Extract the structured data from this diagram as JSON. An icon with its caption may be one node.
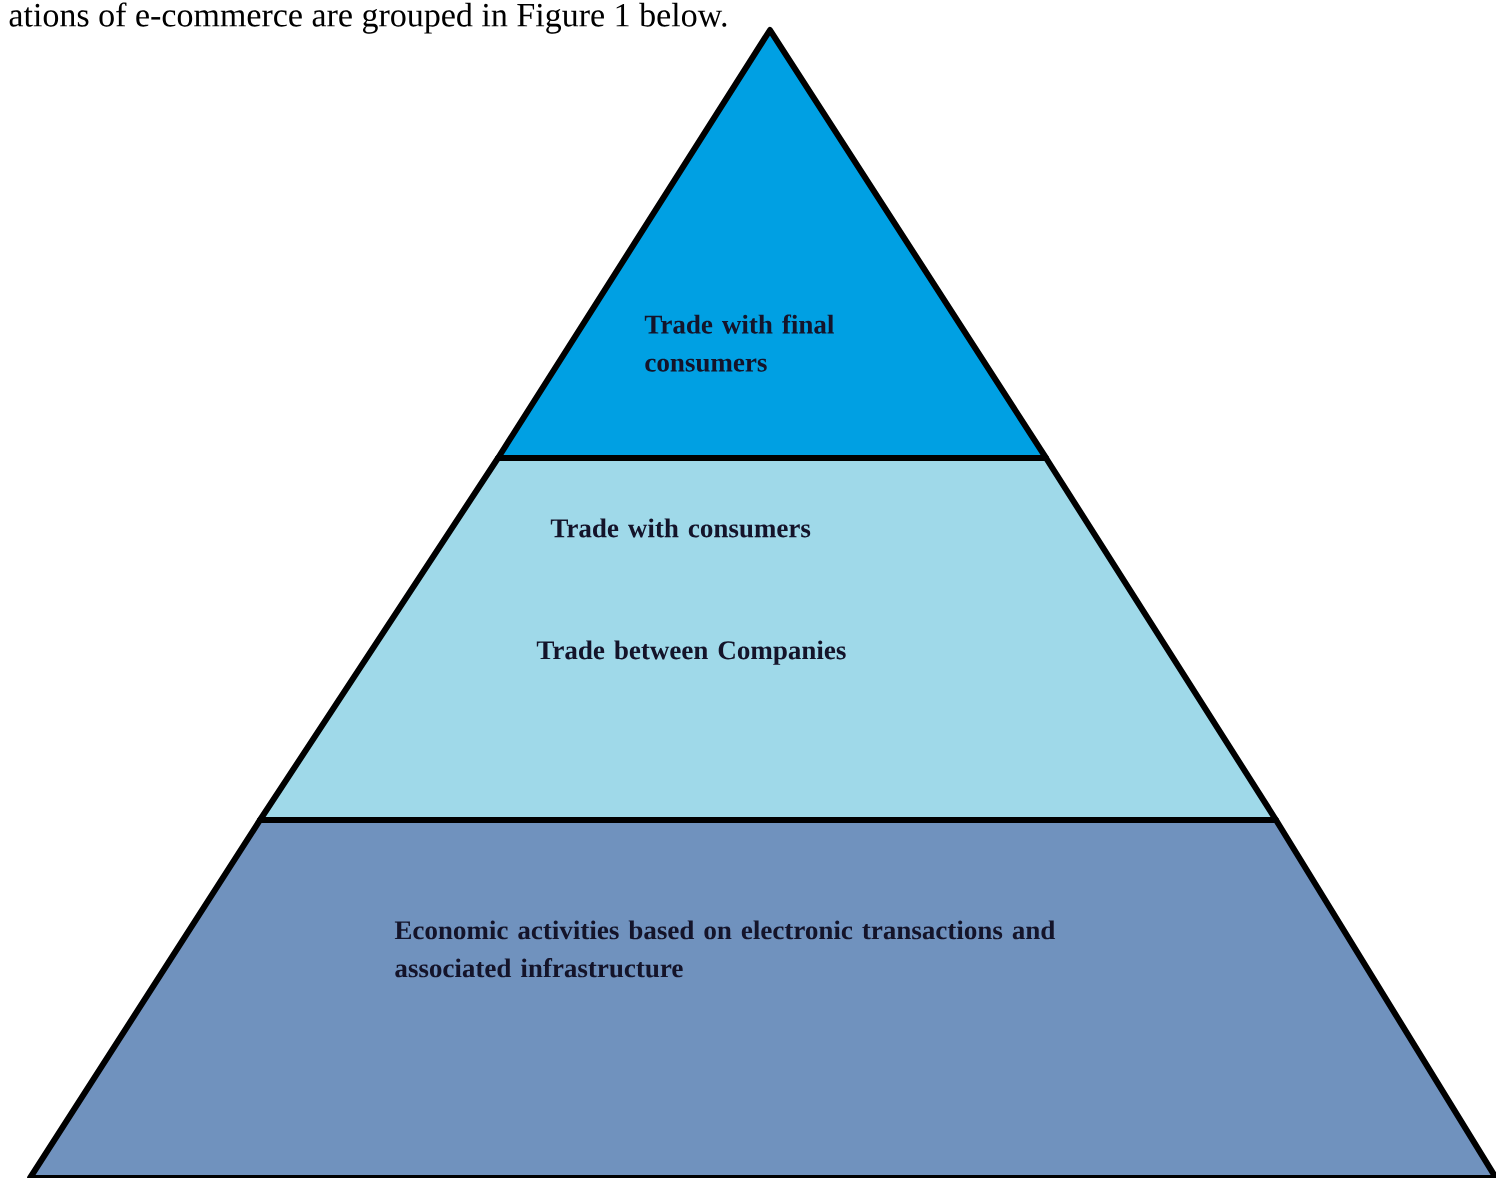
{
  "diagram": {
    "nodes": [
      {
        "text": [
          "Trade with final consumers"
        ]
      },
      {
        "text": [
          "Trade with consumers",
          "Trade between Companies"
        ]
      },
      {
        "text": [
          "Economic activities based on electronic transactions and associated infrastructure"
        ]
      }
    ],
    "labels": [
      "ations of e-commerce are grouped in Figure 1 below."
    ]
  }
}
